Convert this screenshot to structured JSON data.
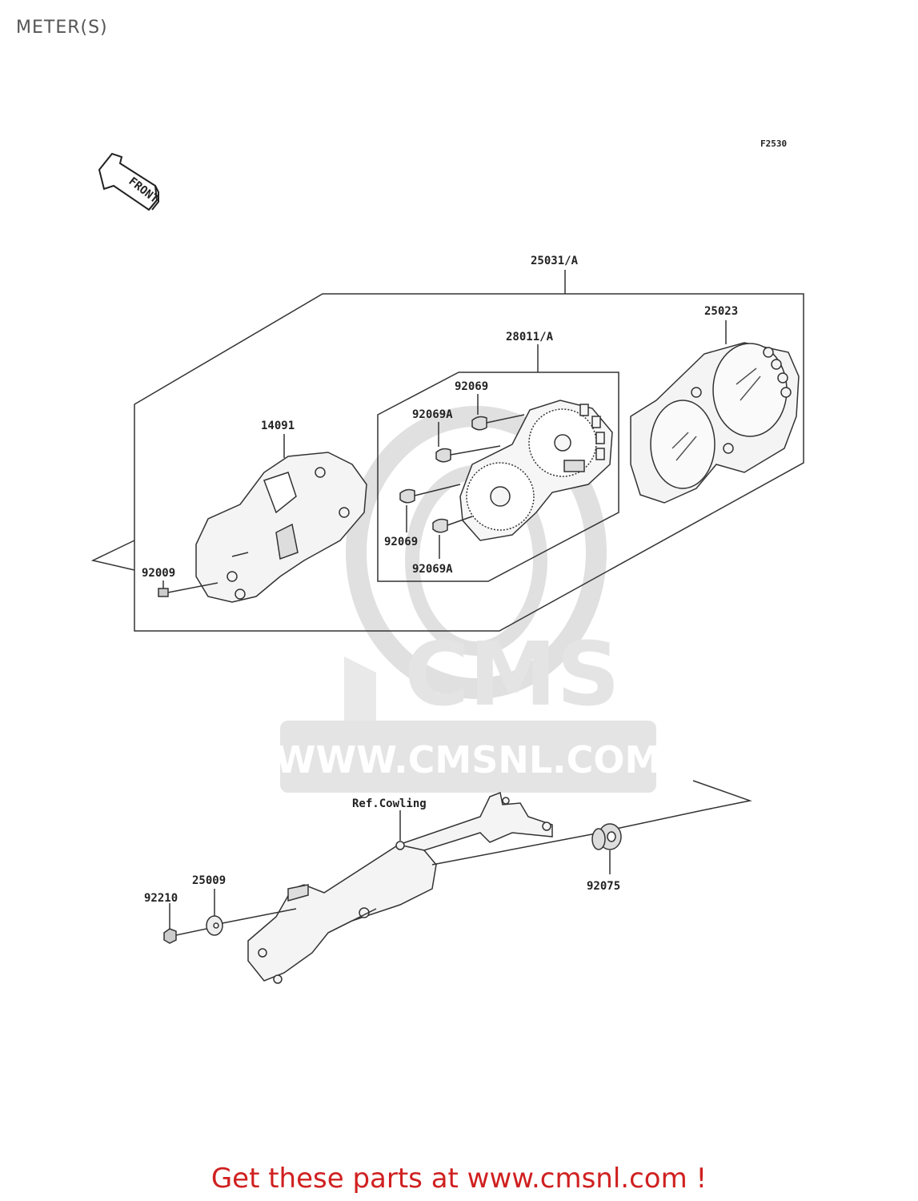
{
  "page": {
    "title": "METER(S)",
    "figure_code": "F2530"
  },
  "front_arrow": {
    "label": "FRONT"
  },
  "watermark": {
    "logo": "CMS",
    "url": "WWW.CMSNL.COM"
  },
  "parts": {
    "p25031": "25031/A",
    "p25023": "25023",
    "p28011": "28011/A",
    "p92069_a": "92069",
    "p92069A_a": "92069A",
    "p14091": "14091",
    "p92069_b": "92069",
    "p92069A_b": "92069A",
    "p92009": "92009",
    "ref_cowling": "Ref.Cowling",
    "p25009": "25009",
    "p92210": "92210",
    "p92075": "92075"
  },
  "footer": {
    "text": "Get these parts at www.cmsnl.com !"
  },
  "colors": {
    "footer": "#d02020",
    "line": "#222222",
    "watermark": "#e6e6e6"
  }
}
